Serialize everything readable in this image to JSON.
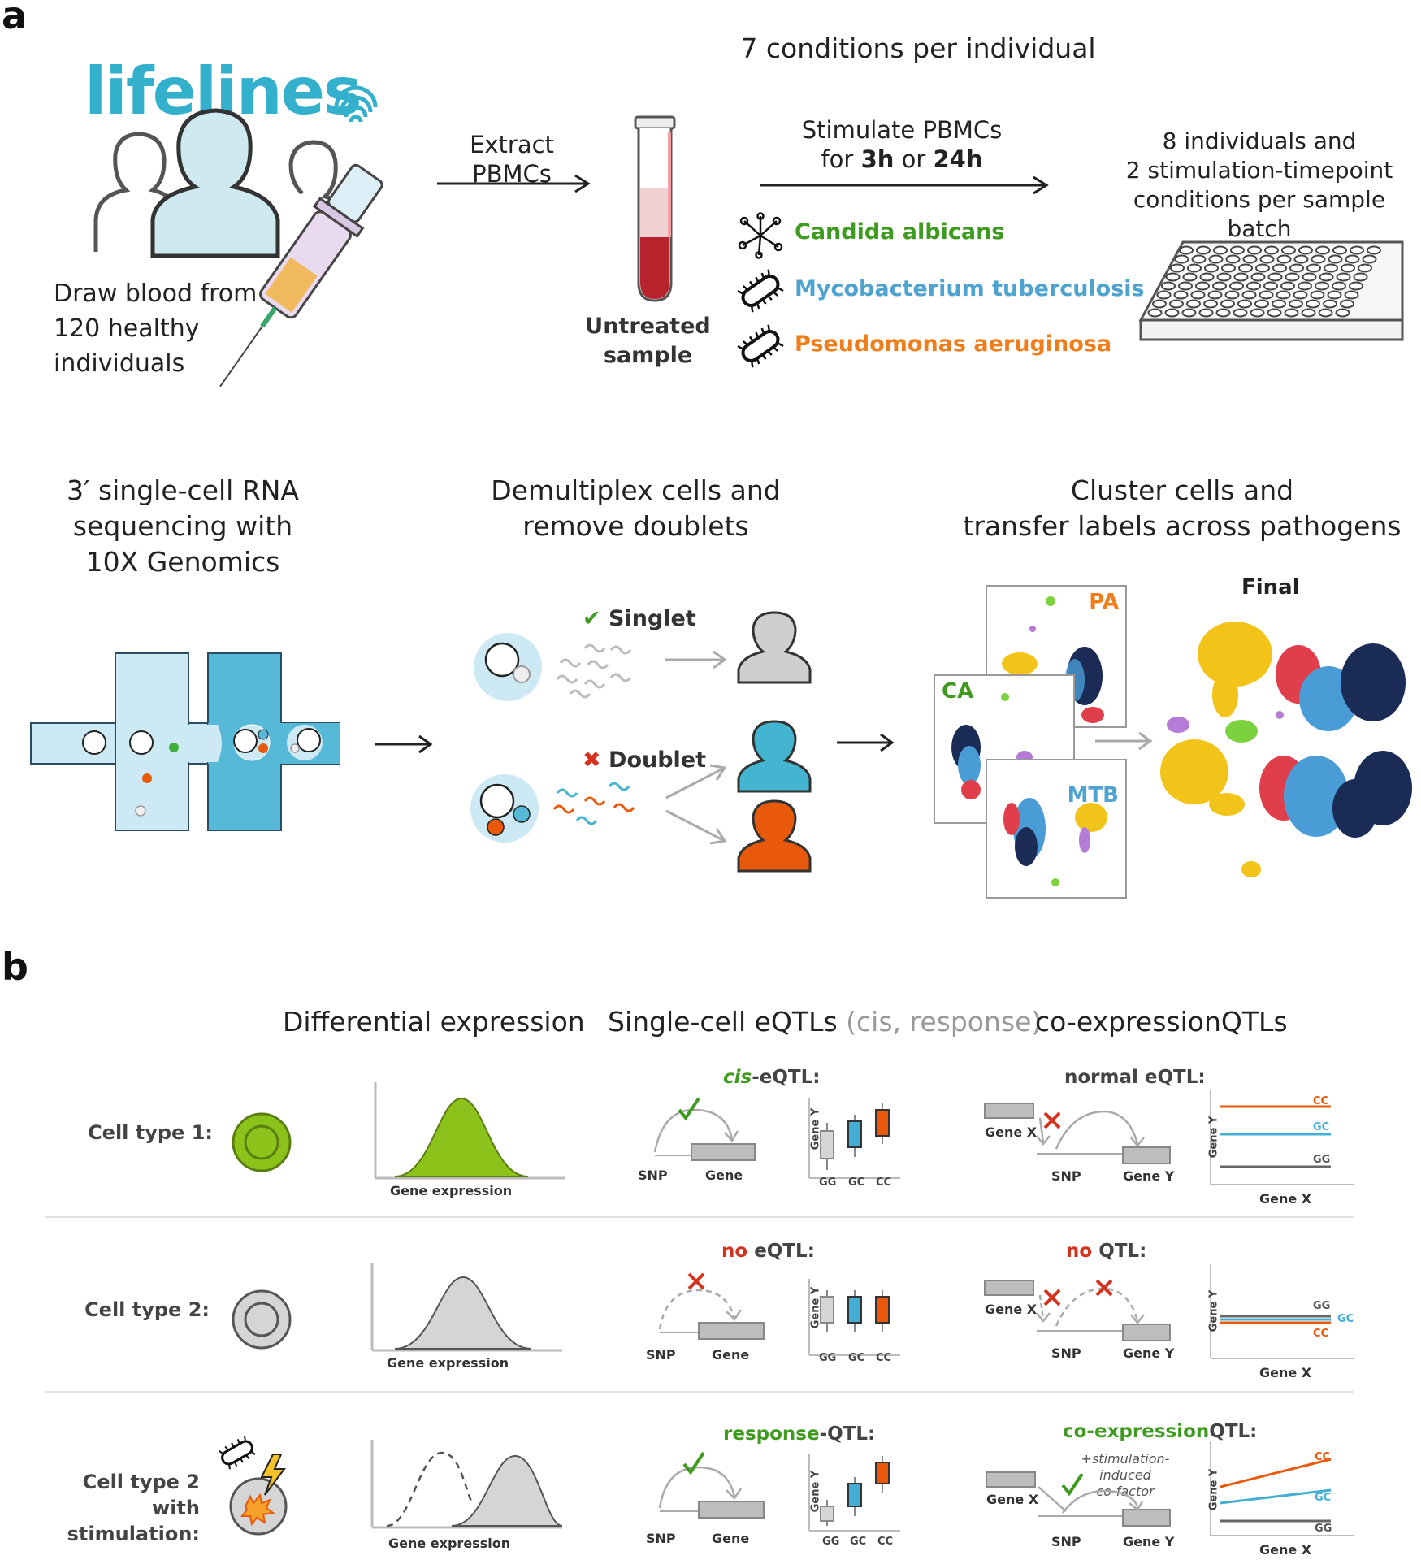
{
  "panel_a": {
    "letter": "a",
    "logo_text": "lifelines",
    "draw_blood": [
      "Draw blood from",
      "120 healthy",
      "individuals"
    ],
    "extract": "Extract PBMCs",
    "untreated": [
      "Untreated",
      "sample"
    ],
    "conditions_title": "7 conditions per individual",
    "stimulate_line1": "Stimulate PBMCs",
    "stimulate_for": "for ",
    "stimulate_3h": "3h",
    "stimulate_or": " or ",
    "stimulate_24h": "24h",
    "pathogens": [
      {
        "name": "Candida albicans",
        "color": "#3f9b1f"
      },
      {
        "name": "Mycobacterium tuberculosis",
        "color": "#4fa3d1"
      },
      {
        "name": "Pseudomonas aeruginosa",
        "color": "#ef7d1a"
      }
    ],
    "batch": [
      "8 individuals and",
      "2 stimulation-timepoint",
      "conditions per sample batch"
    ],
    "seq_header": [
      "3′ single-cell RNA",
      "sequencing with",
      "10X Genomics"
    ],
    "demux_header": [
      "Demultiplex cells and",
      "remove doublets"
    ],
    "cluster_header": [
      "Cluster cells and",
      "transfer labels across pathogens"
    ],
    "singlet": "Singlet",
    "doublet": "Doublet",
    "umap_labels": {
      "pa": "PA",
      "ca": "CA",
      "mtb": "MTB",
      "final": "Final"
    },
    "colors": {
      "light_blue": "#cfe9f3",
      "mid_blue": "#56b9d8",
      "orange": "#e8590c",
      "gray_person": "#cfcfcf",
      "teal_person": "#43b5d0"
    }
  },
  "panel_b": {
    "letter": "b",
    "col_de": "Differential expression",
    "col_eqtl": "Single-cell eQTLs",
    "col_eqtl_note": "(cis, response)",
    "col_coexp": "co-expressionQTLs",
    "rows": [
      {
        "label": [
          "Cell type 1:"
        ],
        "eqtl_prefix": "cis",
        "eqtl_suffix": "-eQTL:",
        "coexp_prefix": "",
        "coexp_suffix": "normal eQTL:"
      },
      {
        "label": [
          "Cell type 2:"
        ],
        "eqtl_prefix": "no",
        "eqtl_suffix": " eQTL:",
        "coexp_prefix": "no",
        "coexp_suffix": " QTL:"
      },
      {
        "label": [
          "Cell type 2",
          "with stimulation:"
        ],
        "eqtl_prefix": "response",
        "eqtl_suffix": "-QTL:",
        "coexp_prefix": "co-expression",
        "coexp_suffix": "QTL:"
      }
    ],
    "gene_expression": "Gene expression",
    "snp": "SNP",
    "gene": "Gene",
    "gene_x": "Gene X",
    "gene_y": "Gene Y",
    "genotypes": [
      "GG",
      "GC",
      "CC"
    ],
    "cofactor": [
      "+stimulation-induced",
      "co-factor"
    ],
    "colors": {
      "green": "#8cc31a",
      "gray": "#cfcfcf",
      "gg": "#bdbdbd",
      "gc": "#42aed4",
      "cc": "#e8590c"
    }
  }
}
